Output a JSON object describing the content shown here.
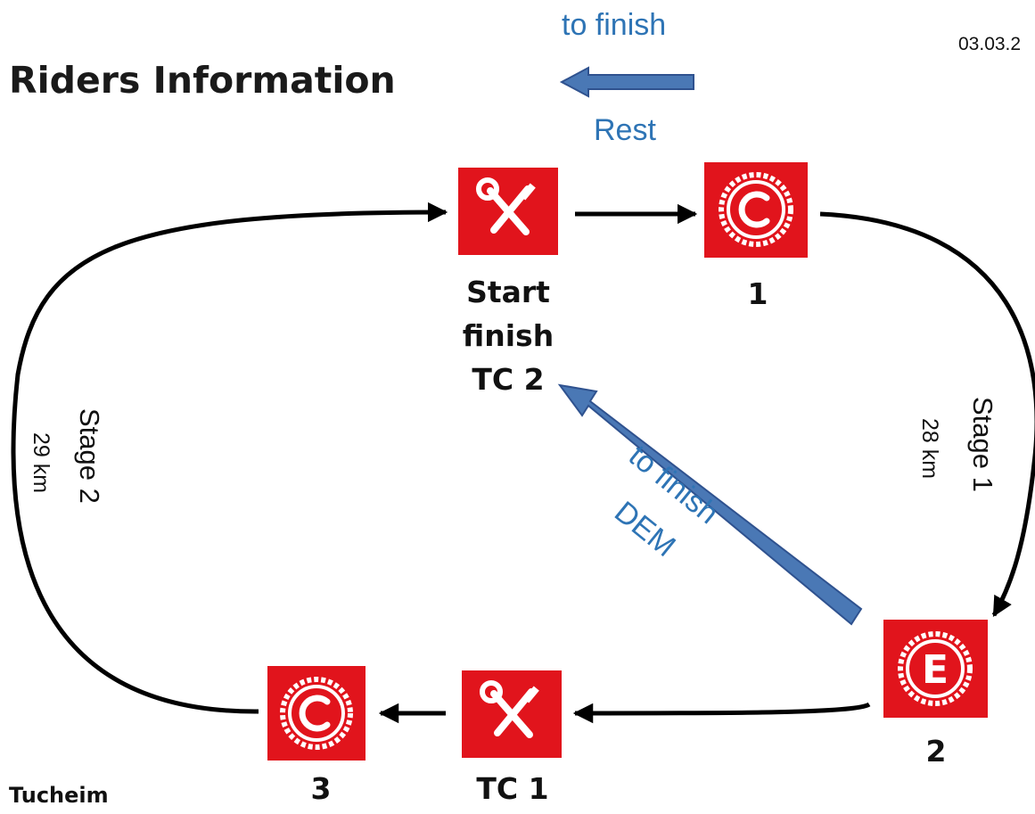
{
  "header": {
    "title": "Riders Information",
    "date": "03.03.2"
  },
  "top_arrow": {
    "label_above": "to finish",
    "label_below": "Rest"
  },
  "diagonal_arrow": {
    "label_top": "to finish",
    "label_bottom": "DEM"
  },
  "nodes": {
    "start": {
      "icon": "service-tools-icon",
      "lines": [
        "Start",
        "finish",
        "TC 2"
      ]
    },
    "checkpoint_1": {
      "icon": "checkpoint-c-icon",
      "label": "1"
    },
    "enduro_2": {
      "icon": "enduro-e-icon",
      "letter": "E",
      "label": "2"
    },
    "tc1": {
      "icon": "service-tools-icon",
      "label": "TC 1"
    },
    "checkpoint_3": {
      "icon": "checkpoint-c-icon",
      "label": "3"
    }
  },
  "stages": {
    "stage1": {
      "name": "Stage 1",
      "distance": "28 km"
    },
    "stage2": {
      "name": "Stage 2",
      "distance": "29 km"
    }
  },
  "location": "Tucheim",
  "colors": {
    "tile_red": "#e1141c",
    "arrow_blue": "#4a78b5",
    "label_blue": "#2e74b5",
    "route_black": "#000000"
  }
}
